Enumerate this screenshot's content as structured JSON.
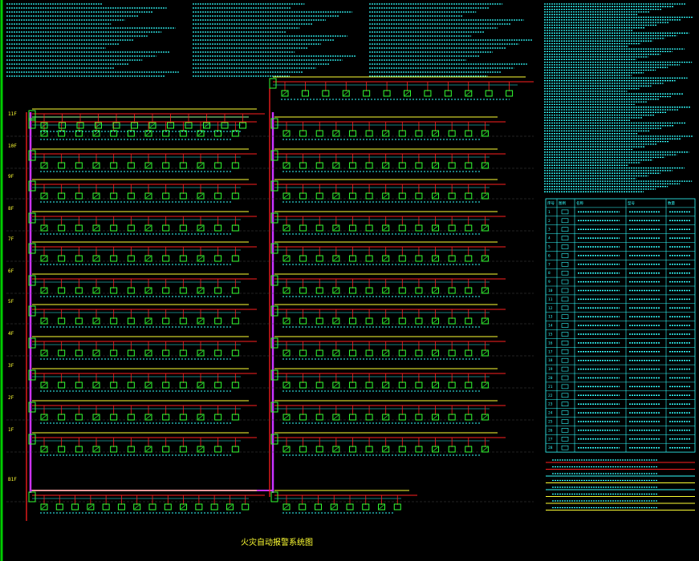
{
  "drawing": {
    "title": "火灾自动报警系统图",
    "floors": [
      "11F",
      "10F",
      "9F",
      "8F",
      "7F",
      "6F",
      "5F",
      "4F",
      "3F",
      "2F",
      "1F",
      "B1F"
    ],
    "colors": {
      "background": "#000000",
      "bus_red": "#ff2020",
      "bus_yellow": "#ffff33",
      "riser_magenta": "#cc33ff",
      "device_green": "#33ff33",
      "text_cyan": "#33ffff",
      "border_green": "#00cc00"
    }
  },
  "notes": {
    "column_count": 4
  },
  "legend": {
    "header": [
      "序号",
      "图例",
      "名称",
      "型号",
      "数量"
    ],
    "row_count": 28
  },
  "line_legend": {
    "items": [
      {
        "color": "#ff2020"
      },
      {
        "color": "#ff2020"
      },
      {
        "color": "#33ffff"
      },
      {
        "color": "#ffff33"
      },
      {
        "color": "#33ffff"
      },
      {
        "color": "#ffff33"
      },
      {
        "color": "#ffff33"
      },
      {
        "color": "#ffff33"
      }
    ]
  }
}
